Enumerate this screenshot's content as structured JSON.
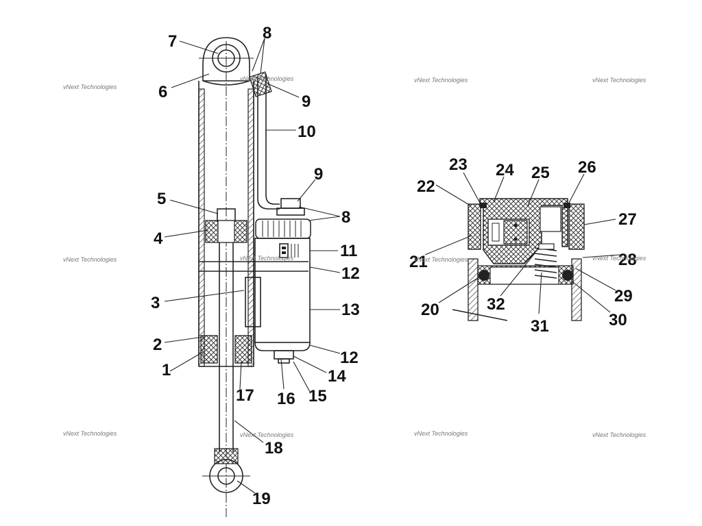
{
  "watermark": "vNext Technologies",
  "callouts": [
    "1",
    "2",
    "3",
    "4",
    "5",
    "6",
    "7",
    "8",
    "8",
    "9",
    "9",
    "10",
    "11",
    "12",
    "12",
    "13",
    "14",
    "15",
    "16",
    "17",
    "18",
    "19",
    "20",
    "21",
    "22",
    "23",
    "24",
    "25",
    "26",
    "27",
    "28",
    "29",
    "30",
    "31",
    "32"
  ]
}
